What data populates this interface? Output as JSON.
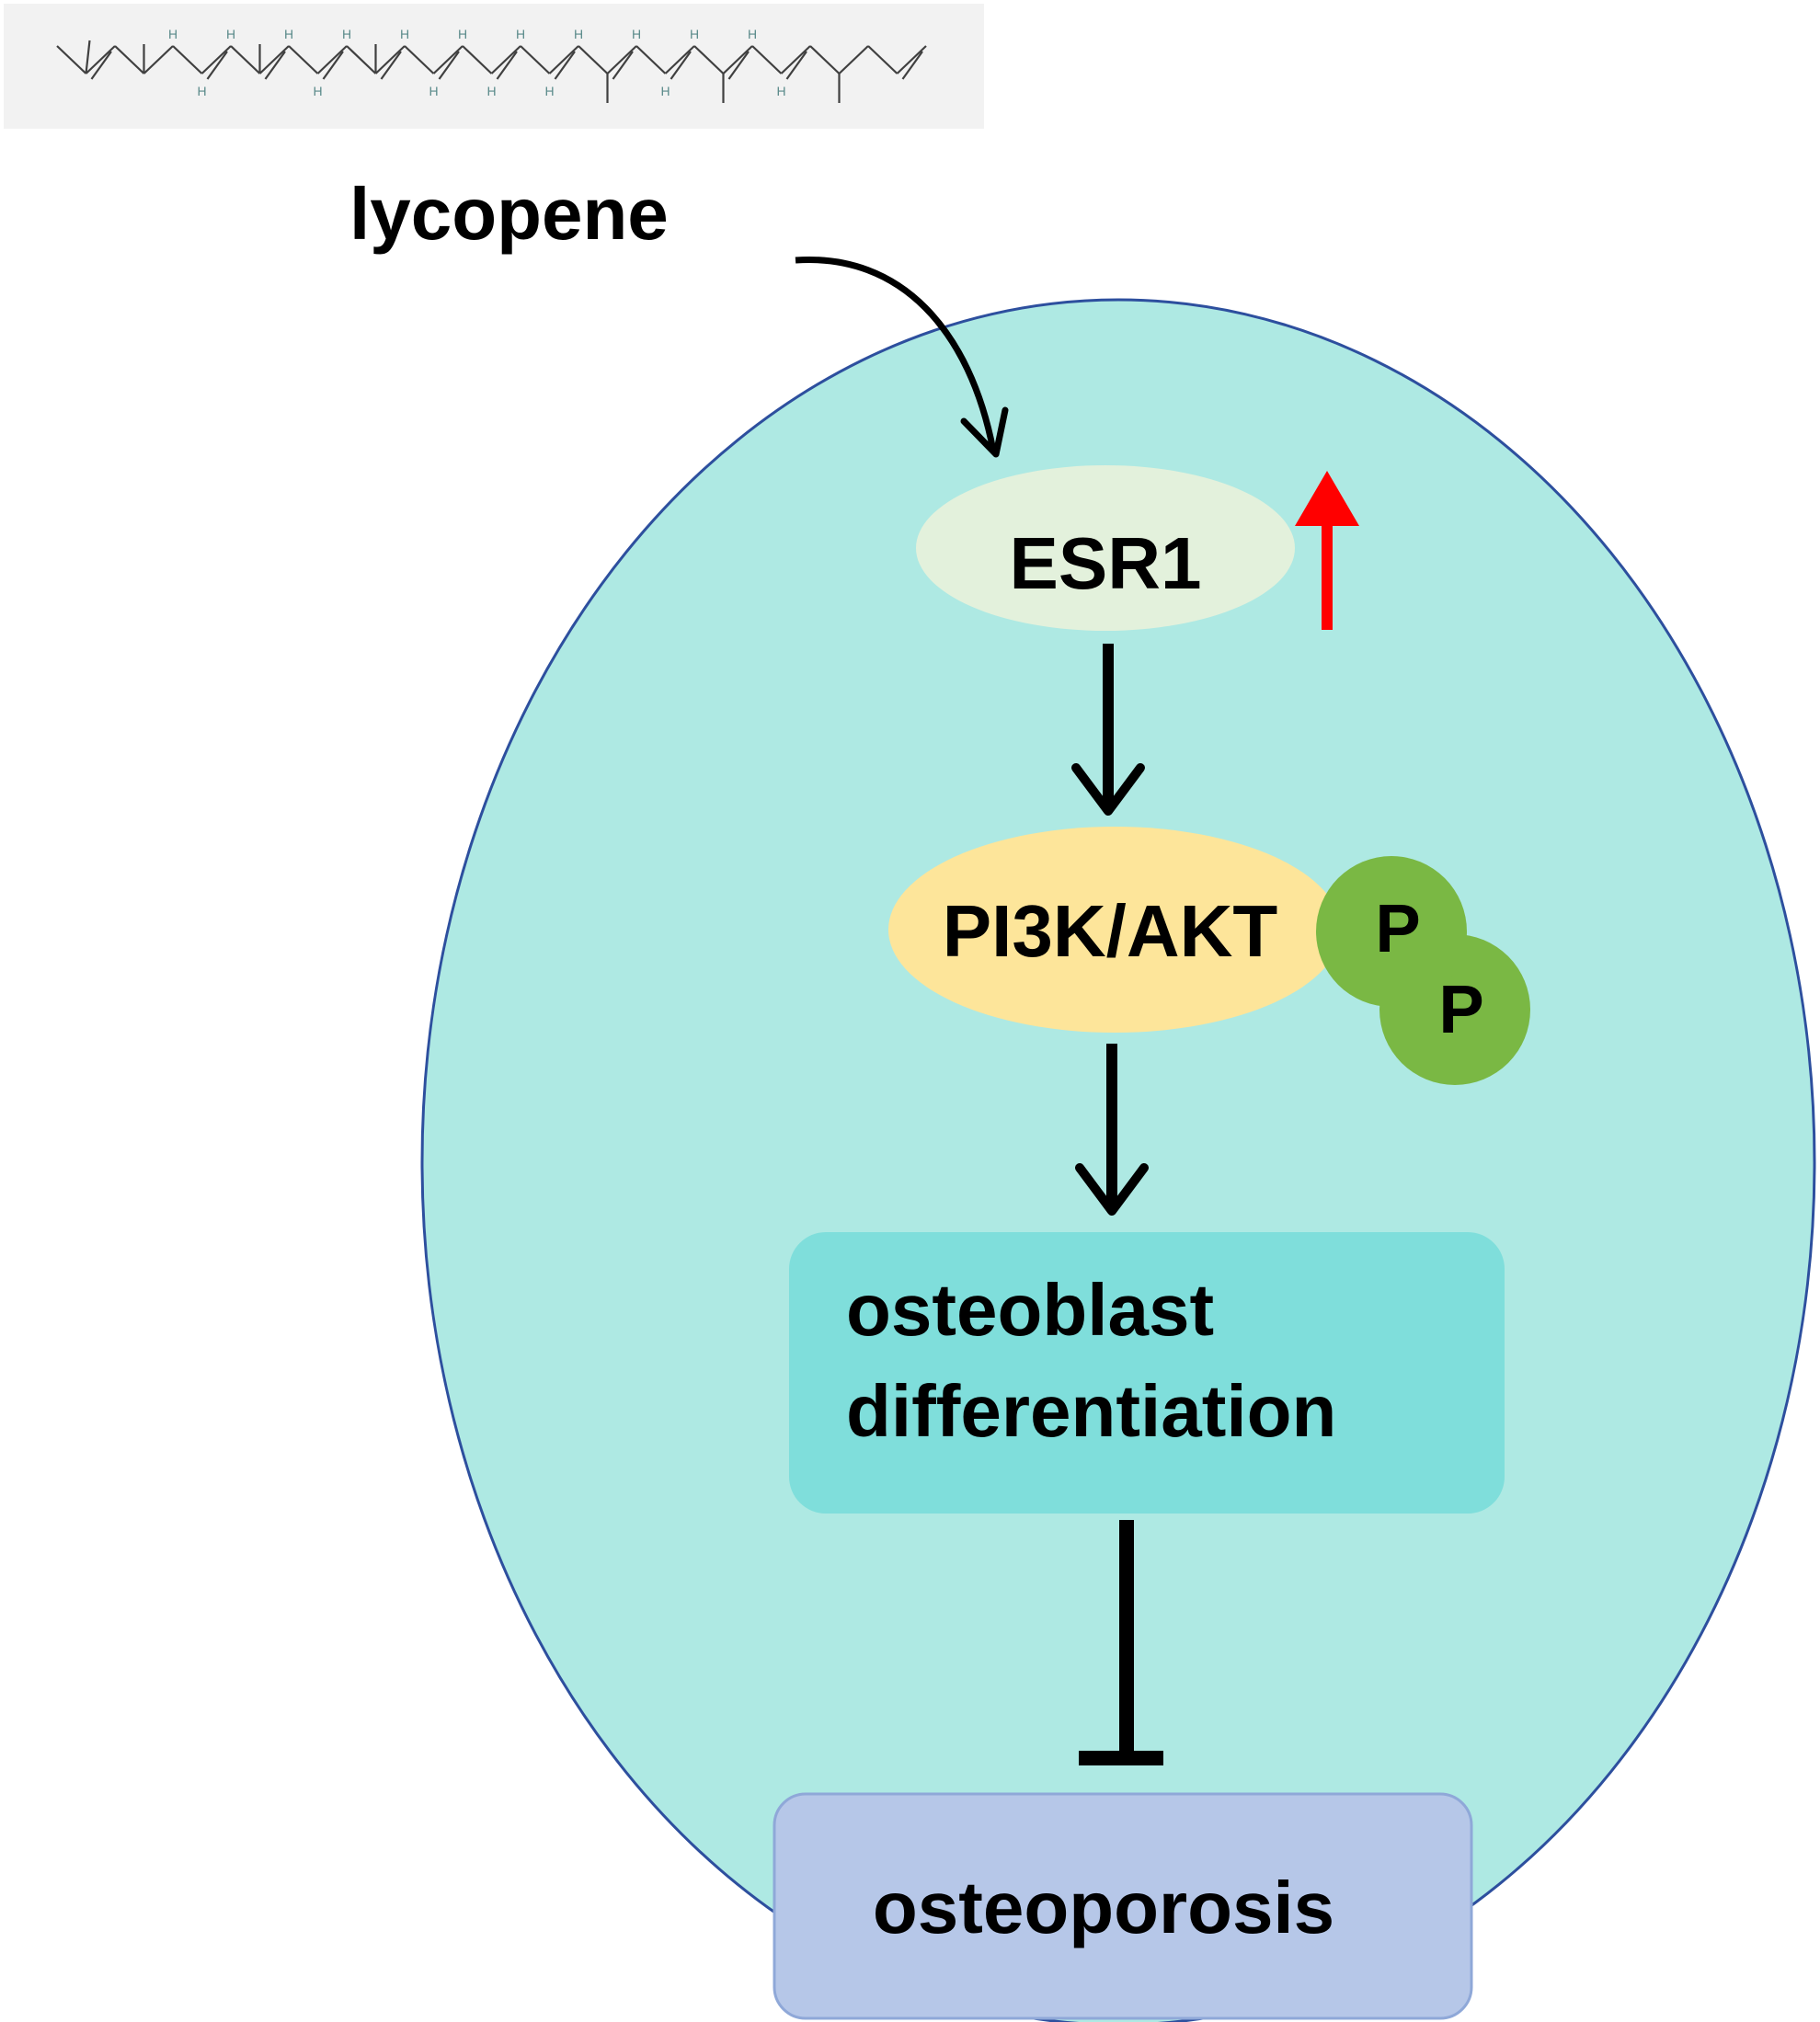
{
  "structure_hydrogen_label": "H",
  "labels": {
    "compound": "lycopene",
    "receptor": "ESR1",
    "pathway": "PI3K/AKT",
    "phospho_1": "P",
    "phospho_2": "P",
    "process_line1": "osteoblast",
    "process_line2": "differentiation",
    "outcome": "osteoporosis"
  },
  "colors": {
    "cell_fill": "#aee9e3",
    "cell_stroke": "#2d4f9e",
    "esr1_fill": "#e3f1dc",
    "pathway_fill": "#fde59a",
    "phospho_fill": "#7ab844",
    "process_fill": "#7fdedb",
    "outcome_fill": "#b6c7e8",
    "outcome_stroke": "#8fa8d8",
    "upregulation_arrow": "#ff0000",
    "structure_panel": "#f2f2f2",
    "structure_bond": "#404040",
    "structure_h": "#5a8a8a"
  },
  "icons": {
    "upregulation": "up-arrow-icon",
    "inhibition": "inhibition-bar-icon"
  }
}
